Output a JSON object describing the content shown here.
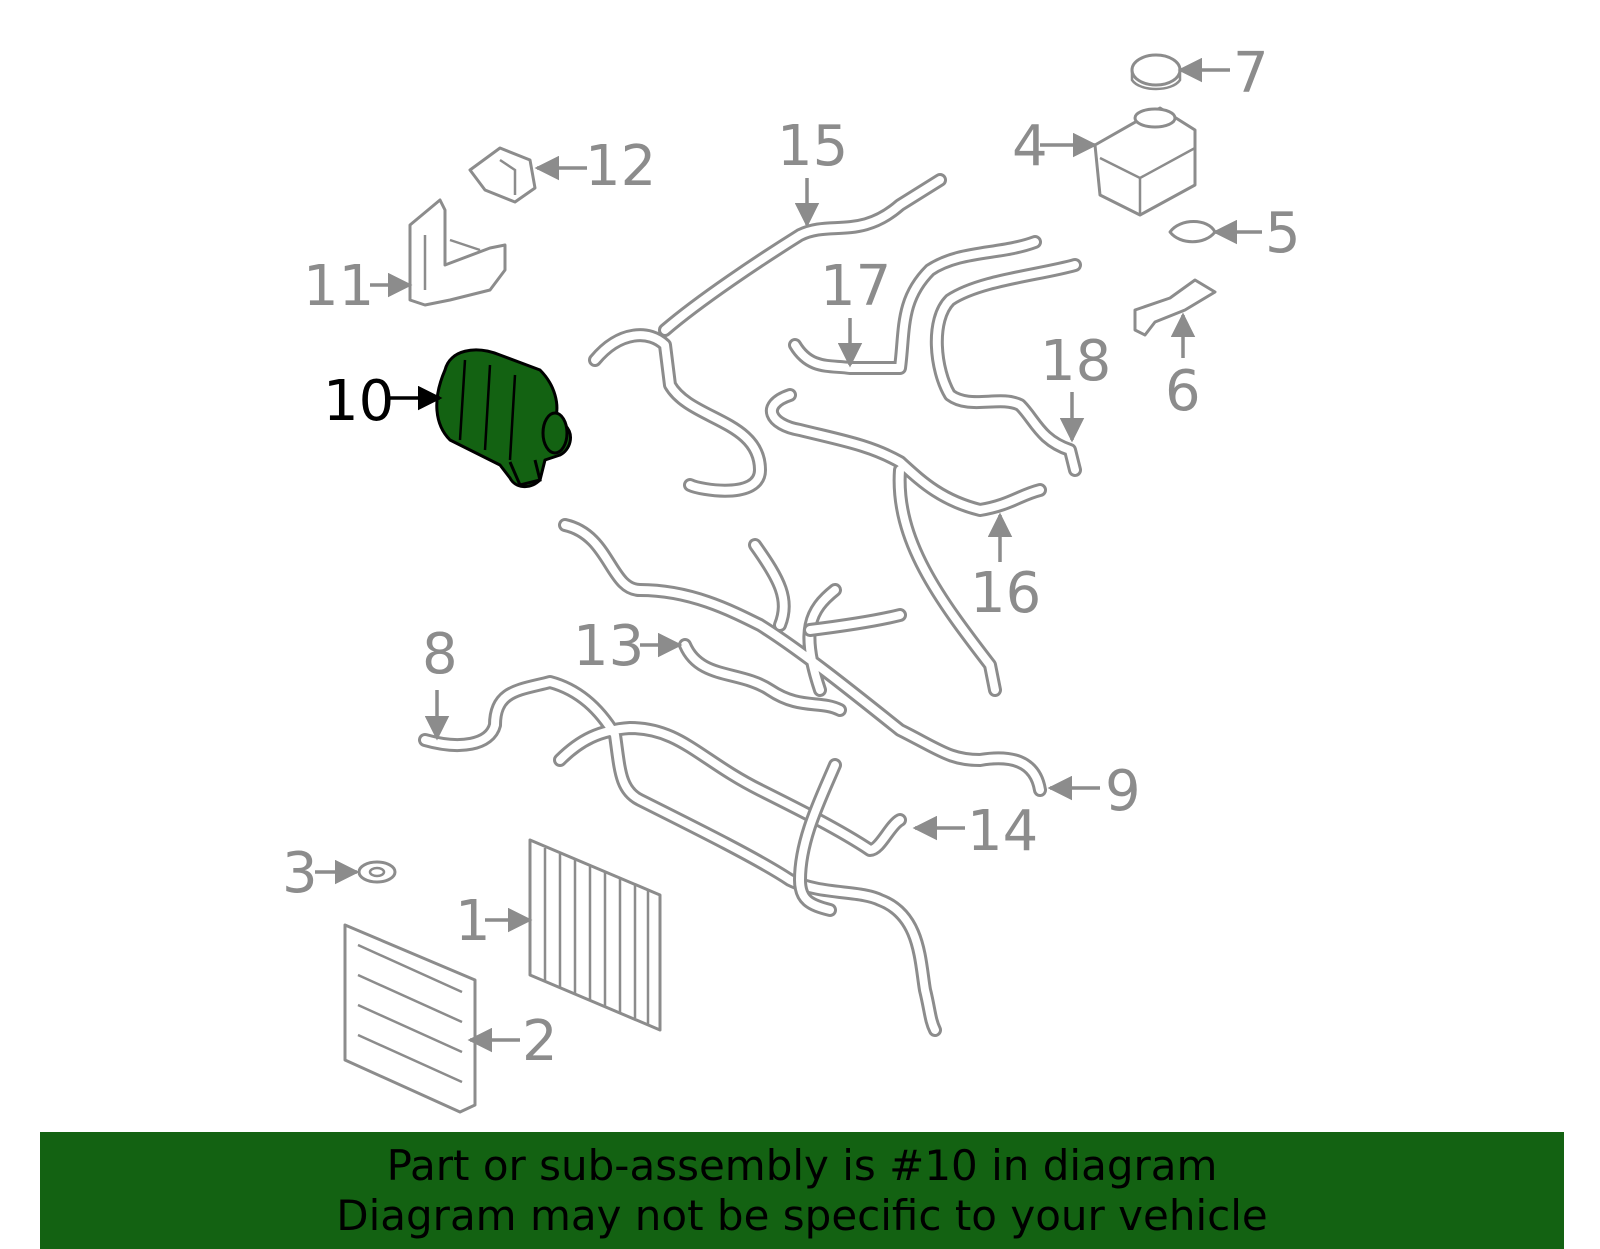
{
  "diagram": {
    "highlight_color": "#136212",
    "line_color": "#8c8c8c",
    "highlighted_callout": "10",
    "callouts": {
      "c1": "1",
      "c2": "2",
      "c3": "3",
      "c4": "4",
      "c5": "5",
      "c6": "6",
      "c7": "7",
      "c8": "8",
      "c9": "9",
      "c10": "10",
      "c11": "11",
      "c12": "12",
      "c13": "13",
      "c14": "14",
      "c15": "15",
      "c16": "16",
      "c17": "17",
      "c18": "18"
    }
  },
  "banner": {
    "line1": "Part or sub-assembly is #10 in diagram",
    "line2": "Diagram may not be specific to your vehicle",
    "background": "#136212"
  }
}
